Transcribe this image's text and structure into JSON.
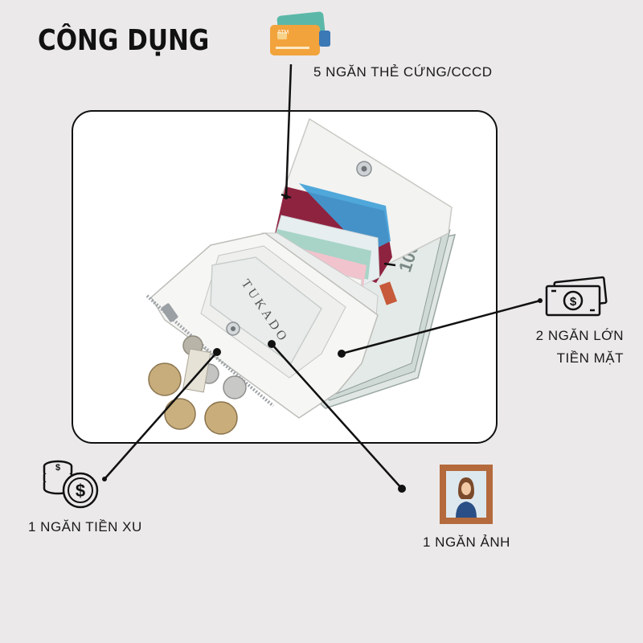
{
  "heading": "CÔNG DỤNG",
  "features": {
    "cards": "5 NGĂN THẺ CỨNG/CCCD",
    "cash_line1": "2 NGĂN LỚN",
    "cash_line2": "TIỀN MẶT",
    "coins": "1 NGĂN TIỀN XU",
    "photo": "1 NGĂN ẢNH"
  },
  "product": {
    "brand_text": "TUKADO",
    "banknote_value": "100",
    "card_label": "ATM"
  },
  "icons": {
    "cards": "bank-cards-icon",
    "cash": "banknotes-icon",
    "coins": "coin-stack-icon",
    "photo": "portrait-photo-icon"
  },
  "colors": {
    "background": "#ebe9ea",
    "frame_border": "#111111",
    "card_orange": "#f2a33c",
    "card_teal": "#5bb8a8",
    "photo_frame": "#b46a3c",
    "photo_person": "#2a4f86"
  }
}
